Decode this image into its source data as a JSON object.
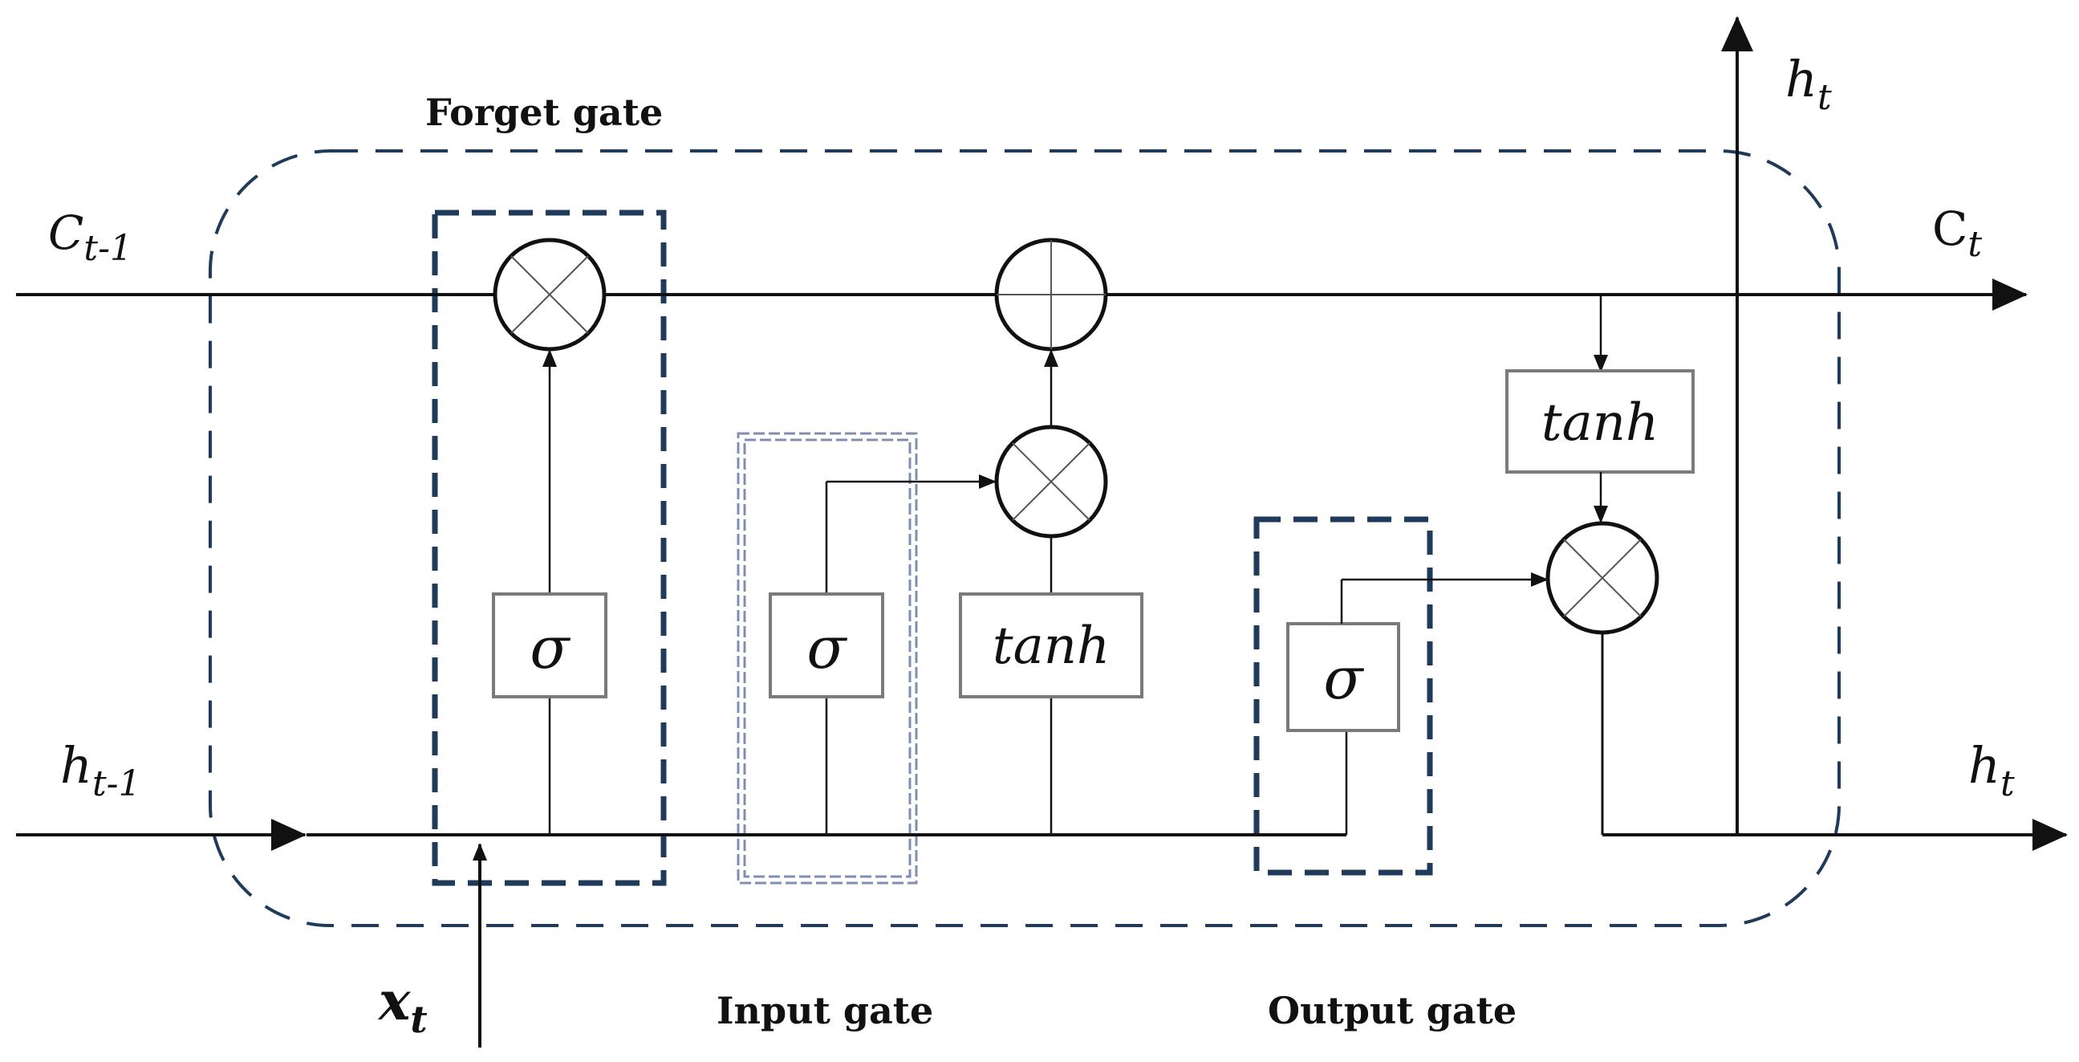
{
  "gates": {
    "forget": "Forget gate",
    "input": "Input gate",
    "output": "Output gate"
  },
  "signals": {
    "c_prev": {
      "base": "C",
      "sub": "t-1"
    },
    "c_out": {
      "base": "C",
      "sub": "t"
    },
    "h_prev": {
      "base": "h",
      "sub": "t-1"
    },
    "h_out_right": {
      "base": "h",
      "sub": "t"
    },
    "h_out_top": {
      "base": "h",
      "sub": "t"
    },
    "x_in": {
      "base": "x",
      "sub": "t"
    }
  },
  "blocks": {
    "forget_sigma": "σ",
    "input_sigma": "σ",
    "input_tanh": "tanh",
    "output_sigma": "σ",
    "cell_tanh": "tanh"
  },
  "colors": {
    "border": "#1f3a5a",
    "line": "#111111",
    "box": "#7a7a7a",
    "input_frame": "#7f8fb0"
  }
}
